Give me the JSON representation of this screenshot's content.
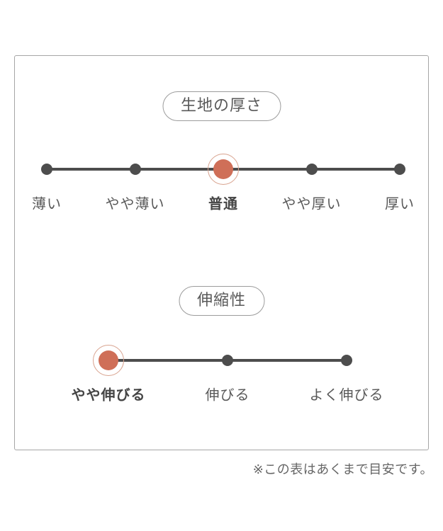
{
  "footnote": "※この表はあくまで目安です。",
  "colors": {
    "accent": "#cf6f58",
    "accent_ring": "#d8a28e",
    "dot": "#4d4d4d",
    "line": "#4d4d4d",
    "text": "#595959",
    "frame_border": "#a6a6a6"
  },
  "scales": [
    {
      "title": "生地の厚さ",
      "selected_index": 2,
      "selected_label": "普通",
      "options": [
        "薄い",
        "やや薄い",
        "普通",
        "やや厚い",
        "厚い"
      ]
    },
    {
      "title": "伸縮性",
      "selected_index": 0,
      "selected_label": "やや伸びる",
      "options": [
        "やや伸びる",
        "伸びる",
        "よく伸びる"
      ]
    }
  ]
}
